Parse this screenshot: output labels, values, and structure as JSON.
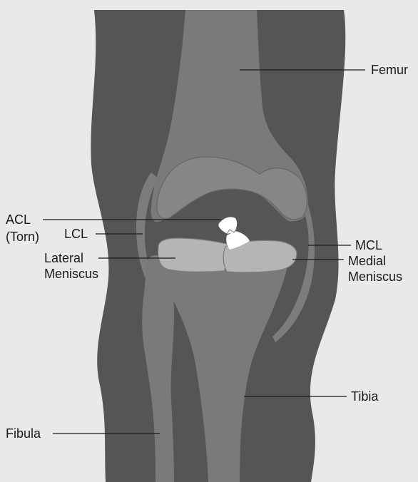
{
  "labels": {
    "femur": "Femur",
    "acl_line1": "ACL",
    "acl_line2": "(Torn)",
    "lcl": "LCL",
    "lateral_meniscus_line1": "Lateral",
    "lateral_meniscus_line2": "Meniscus",
    "mcl": "MCL",
    "medial_meniscus_line1": "Medial",
    "medial_meniscus_line2": "Meniscus",
    "tibia": "Tibia",
    "fibula": "Fibula"
  },
  "colors": {
    "background": "#e9e9ea",
    "leg_outline": "#555557",
    "bone": "#7a7a7c",
    "bone_light": "#8a8a8c",
    "meniscus": "#b5b5b7",
    "ligament": "#a2a2a4",
    "acl_torn": "#ffffff",
    "label_text": "#1a1a1a"
  }
}
